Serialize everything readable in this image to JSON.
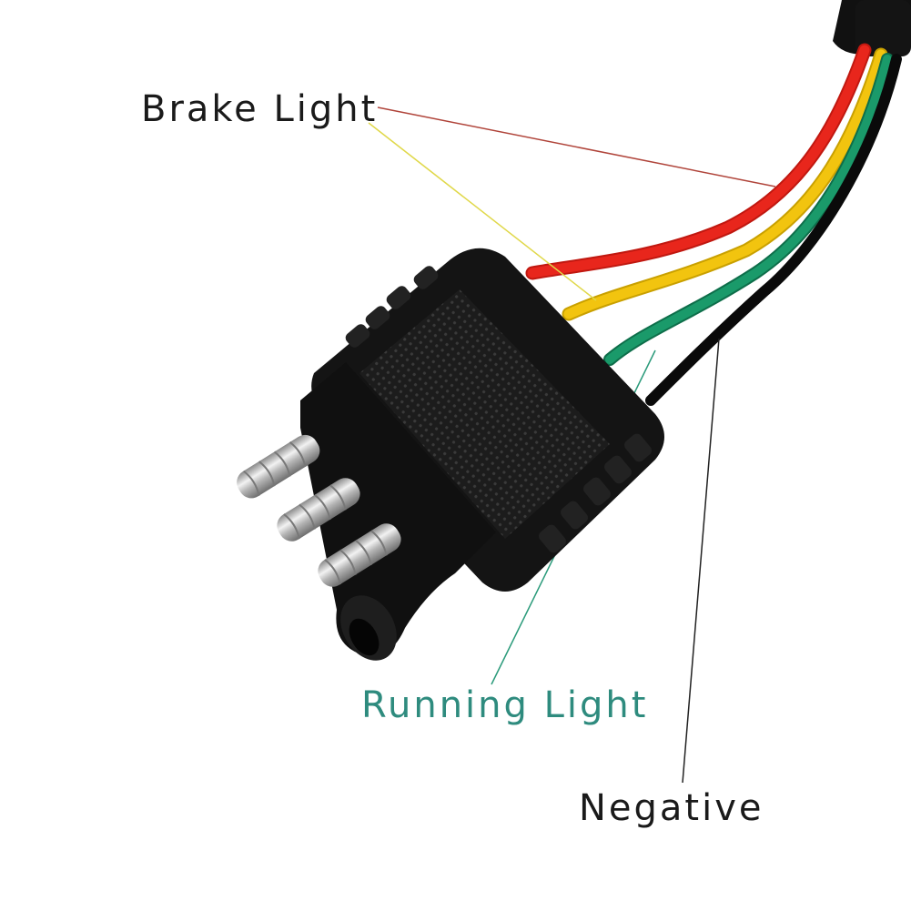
{
  "labels": {
    "brake": "Brake Light",
    "running": "Running Light",
    "negative": "Negative"
  },
  "colors": {
    "background": "#ffffff",
    "text_dark": "#1a1a1a",
    "text_running": "#2e8b7e",
    "wire_red": "#e8261c",
    "wire_yellow": "#f2c40f",
    "wire_green": "#1a9a6a",
    "wire_black": "#111111",
    "leader_red": "#b0443a",
    "leader_yellow": "#e0d84a",
    "leader_green": "#2a9a7a",
    "leader_black": "#222222",
    "housing": "#141414",
    "pin_metal": "#c8c8c8"
  },
  "icons": {
    "connector": "trailer-4-pin-flat-connector",
    "pins": "male-metal-pins",
    "sheath": "cable-sheath"
  }
}
